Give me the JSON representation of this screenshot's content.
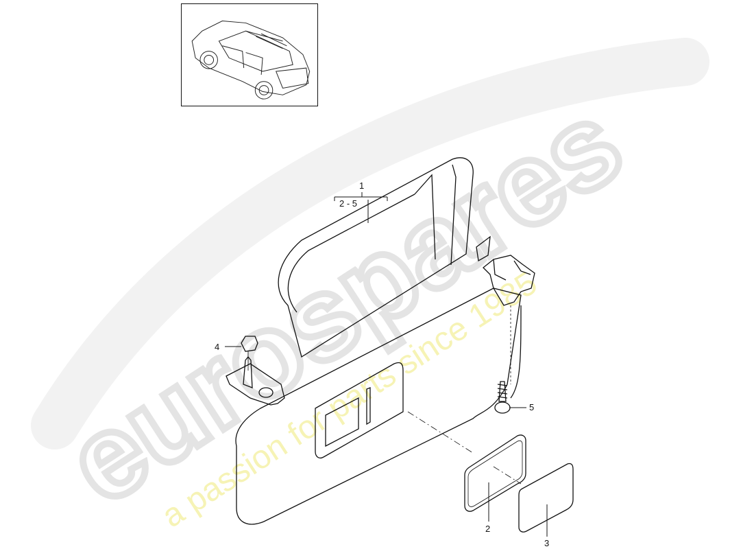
{
  "diagram": {
    "type": "exploded parts diagram",
    "subject": "sun visor assembly",
    "thumbnail": {
      "description": "isometric view of SUV vehicle",
      "icon": "car-thumbnail-icon"
    },
    "callouts": [
      {
        "id": "1",
        "label": "1",
        "note": "main assembly"
      },
      {
        "id": "1-range",
        "label": "2 - 5",
        "note": "includes parts 2 through 5"
      },
      {
        "id": "2",
        "label": "2"
      },
      {
        "id": "3",
        "label": "3"
      },
      {
        "id": "4",
        "label": "4"
      },
      {
        "id": "5",
        "label": "5"
      }
    ]
  },
  "watermark": {
    "brand": "eurospares",
    "tagline": "a passion for parts since 1985",
    "brand_color": "#e6e6e6",
    "tagline_color": "#f3f0a8"
  }
}
